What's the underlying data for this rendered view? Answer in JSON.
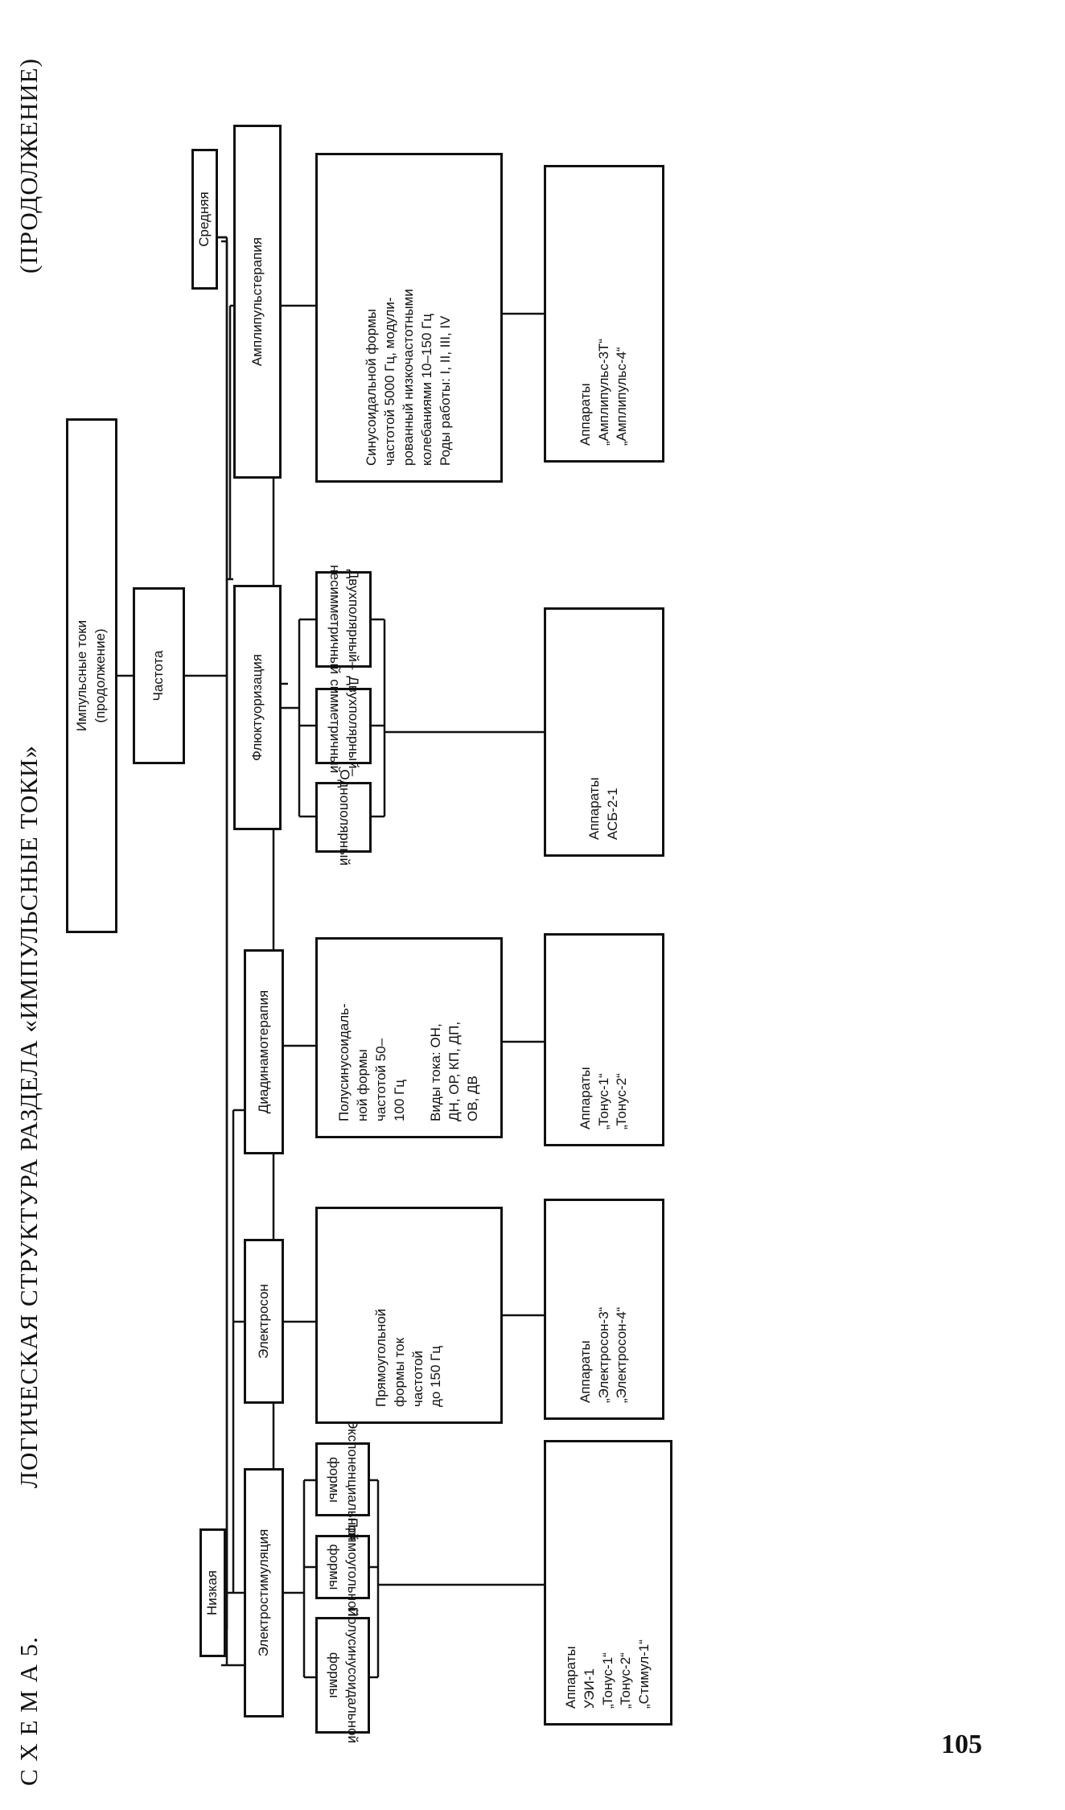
{
  "header": {
    "scheme_label": "С Х Е М А  5.",
    "title": "ЛОГИЧЕСКАЯ СТРУКТУРА РАЗДЕЛА «ИМПУЛЬСНЫЕ ТОКИ»",
    "continuation": "(ПРОДОЛЖЕНИЕ)"
  },
  "root": "Импульсные токи\n(продолжение)",
  "frequency": "Частота",
  "low": "Низкая",
  "medium": "Средняя",
  "methods": {
    "electrostim": "Электростимуляция",
    "electroson": "Электросон",
    "diadynamo": "Диадинамотерапия",
    "fluctuor": "Флюктуоризация",
    "amplipuls": "Амплипульстерапия"
  },
  "forms": {
    "half_sine": "Полусинусоидальной\nформы",
    "rect": "Прямоугольной формы",
    "exp": "Экспоненциальной формы",
    "mono": "Однополярный",
    "bi_sym": "Двухполярный–\nсимметричный",
    "bi_asym": "Двухполярный–\nнесимметричный"
  },
  "descriptions": {
    "electroson": "Прямоугольной\nформы ток\nчастотой\nдо 150 Гц",
    "diadynamo": "Полусинусоидаль-\nной формы\nчастотой 50–\n100 Гц\n\nВиды тока: ОН,\nДН, ОР, КП, ДП,\nОВ, ДВ",
    "amplipuls": "Синусоидальной формы\nчастотой 5000 Гц, модули-\nрованный низкочастотными\nколебаниями 10–150 Гц\nРоды работы: I, II, III, IV"
  },
  "devices": {
    "electrostim": "Аппараты\nУЭИ-1\n„Тонус-1“\n„Тонус-2“\n„Стимул-1“",
    "electroson": "Аппараты\n„Электросон-3“\n„Электросон-4“",
    "diadynamo": "Аппараты\n„Тонус-1“\n„Тонус-2“",
    "fluctuor": "Аппараты\nАСБ-2-1",
    "amplipuls": "Аппараты\n„Амплипульс-3Т“\n„Амплипульс-4“"
  },
  "page_number": "105"
}
